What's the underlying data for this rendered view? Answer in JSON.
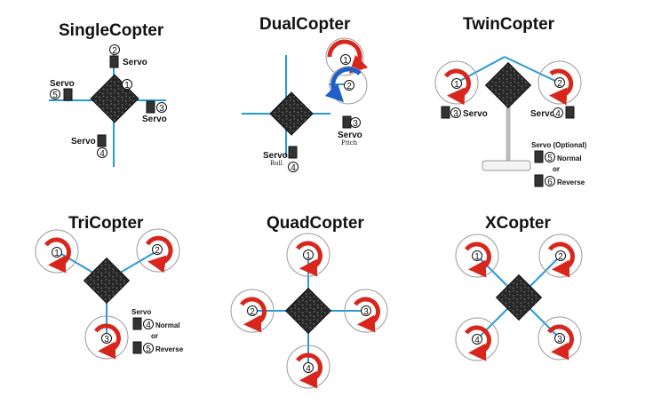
{
  "colors": {
    "arm": "#2a9ad6",
    "rotor_arrow": "#d8261c",
    "rotor_arrow_blue": "#1f5fc8",
    "board": "#222222",
    "circle": "#9a9a9a"
  },
  "icons": [
    "controller-board-icon",
    "servo-icon",
    "rotor-cw-icon",
    "rotor-ccw-icon"
  ],
  "panels": {
    "single": {
      "title": "SingleCopter",
      "servo_1": "Servo",
      "num_1": "2",
      "num_center": "1",
      "servo_2": "Servo",
      "num_2": "5",
      "servo_3": "Servo",
      "num_3": "3",
      "servo_4": "Servo",
      "num_4": "4"
    },
    "dual": {
      "title": "DualCopter",
      "num_1": "1",
      "num_2": "2",
      "num_3": "3",
      "servo_3": "Servo",
      "servo_3_sub": "Pitch",
      "servo_4": "Servo",
      "servo_4_sub": "Roll",
      "num_4": "4"
    },
    "twin": {
      "title": "TwinCopter",
      "num_1": "1",
      "num_2": "2",
      "num_3": "3",
      "servo_3": "Servo",
      "servo_4": "Servo",
      "num_4": "4",
      "servo_opt": "Servo (Optional)",
      "num_5": "5",
      "normal": "Normal",
      "or": "or",
      "num_6": "6",
      "reverse": "Reverse"
    },
    "tri": {
      "title": "TriCopter",
      "num_1": "1",
      "num_2": "2",
      "num_3": "3",
      "servo": "Servo",
      "num_4": "4",
      "normal": "Normal",
      "or": "or",
      "num_5": "5",
      "reverse": "Reverse"
    },
    "quad": {
      "title": "QuadCopter",
      "num_1": "1",
      "num_2": "2",
      "num_3": "3",
      "num_4": "4"
    },
    "x": {
      "title": "XCopter",
      "num_1": "1",
      "num_2": "2",
      "num_3": "3",
      "num_4": "4"
    }
  }
}
